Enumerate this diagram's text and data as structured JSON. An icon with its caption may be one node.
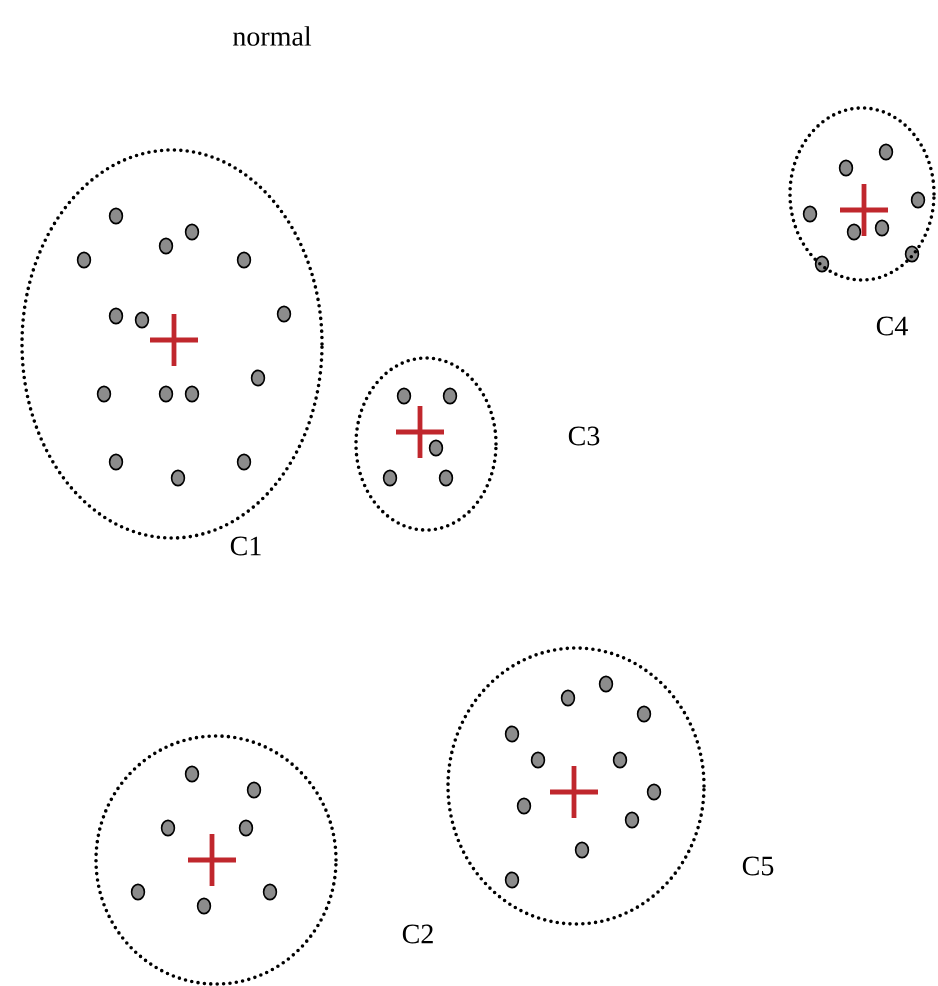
{
  "diagram": {
    "title": "normal",
    "nodes": [
      {
        "text": [
          "C1"
        ]
      },
      {
        "text": [
          "C3"
        ]
      },
      {
        "text": [
          "C4"
        ]
      },
      {
        "text": [
          "C2"
        ]
      },
      {
        "text": [
          "C5"
        ]
      }
    ]
  }
}
